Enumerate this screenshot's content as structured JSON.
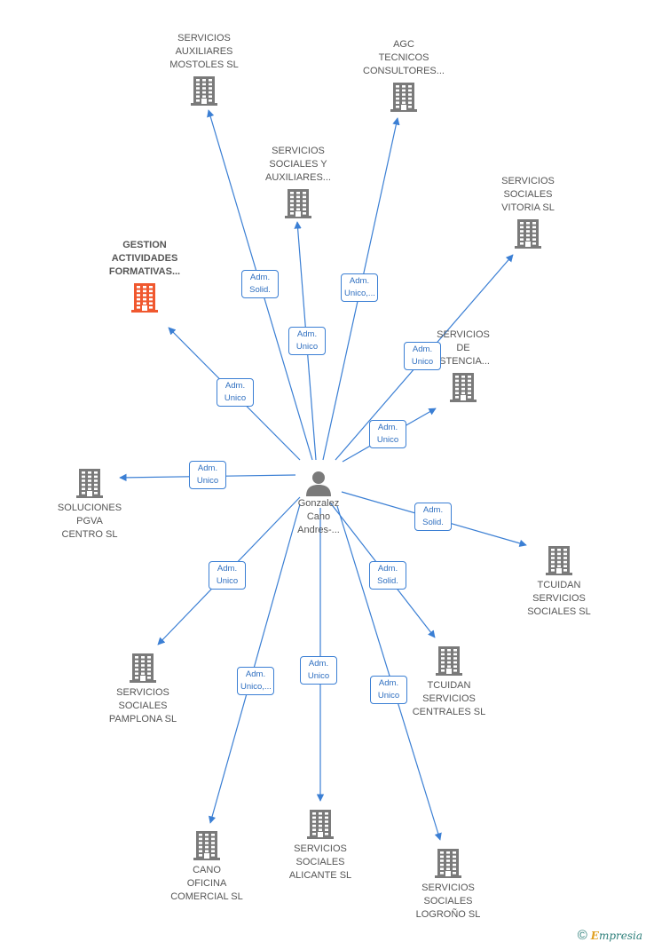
{
  "colors": {
    "edge": "#3b7fd4",
    "building": "#7a7a7a",
    "highlight": "#f0582f",
    "person": "#7a7a7a"
  },
  "center": {
    "label": "Gonzalez\nCano\nAndres-..."
  },
  "companies": [
    {
      "id": "c1",
      "label": "SERVICIOS\nAUXILIARES\nMOSTOLES SL",
      "highlight": false
    },
    {
      "id": "c2",
      "label": "AGC\nTECNICOS\nCONSULTORES...",
      "highlight": false
    },
    {
      "id": "c3",
      "label": "SERVICIOS\nSOCIALES Y\nAUXILIARES...",
      "highlight": false
    },
    {
      "id": "c4",
      "label": "SERVICIOS\nSOCIALES\nVITORIA SL",
      "highlight": false
    },
    {
      "id": "c5",
      "label": "GESTION\nACTIVIDADES\nFORMATIVAS...",
      "highlight": true
    },
    {
      "id": "c6",
      "label": "SERVICIOS\nDE\nISTENCIA...",
      "highlight": false
    },
    {
      "id": "c7",
      "label": "SOLUCIONES\nPGVA\nCENTRO SL",
      "highlight": false
    },
    {
      "id": "c8",
      "label": "TCUIDAN\nSERVICIOS\nSOCIALES SL",
      "highlight": false
    },
    {
      "id": "c9",
      "label": "SERVICIOS\nSOCIALES\nPAMPLONA SL",
      "highlight": false
    },
    {
      "id": "c10",
      "label": "TCUIDAN\nSERVICIOS\nCENTRALES SL",
      "highlight": false
    },
    {
      "id": "c11",
      "label": "CANO\nOFICINA\nCOMERCIAL SL",
      "highlight": false
    },
    {
      "id": "c12",
      "label": "SERVICIOS\nSOCIALES\nALICANTE SL",
      "highlight": false
    },
    {
      "id": "c13",
      "label": "SERVICIOS\nSOCIALES\nLOGROÑO SL",
      "highlight": false
    }
  ],
  "edges": [
    {
      "to": "c1",
      "label": "Adm.\nSolid."
    },
    {
      "to": "c2",
      "label": "Adm.\nUnico,..."
    },
    {
      "to": "c3",
      "label": "Adm.\nUnico"
    },
    {
      "to": "c4",
      "label": "Adm.\nUnico"
    },
    {
      "to": "c5",
      "label": "Adm.\nUnico"
    },
    {
      "to": "c6",
      "label": "Adm.\nUnico"
    },
    {
      "to": "c7",
      "label": "Adm.\nUnico"
    },
    {
      "to": "c8",
      "label": "Adm.\nSolid."
    },
    {
      "to": "c9",
      "label": "Adm.\nUnico"
    },
    {
      "to": "c10",
      "label": "Adm.\nSolid."
    },
    {
      "to": "c11",
      "label": "Adm.\nUnico,..."
    },
    {
      "to": "c12",
      "label": "Adm.\nUnico"
    },
    {
      "to": "c13",
      "label": "Adm.\nUnico"
    }
  ],
  "footer": {
    "copyright": "©",
    "brand_e": "E",
    "brand_rest": "mpresia"
  }
}
